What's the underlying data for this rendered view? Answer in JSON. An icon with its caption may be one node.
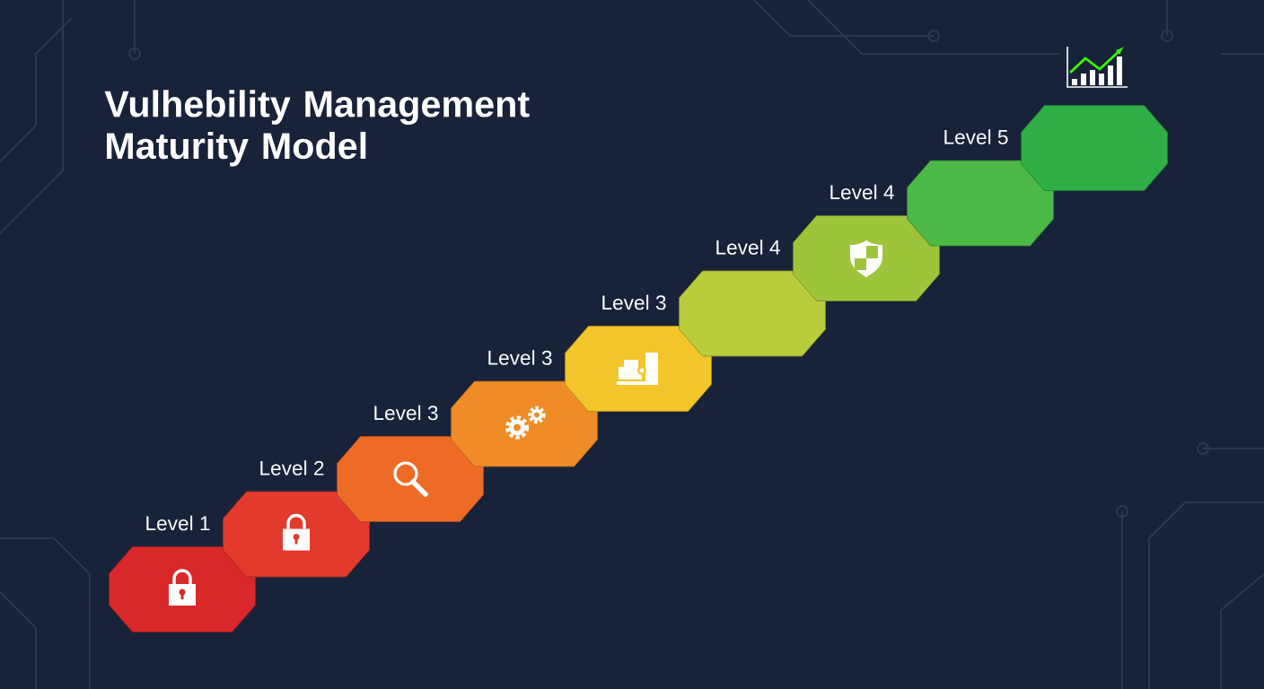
{
  "diagram": {
    "title": "Vulhebility Management Maturity Model",
    "nodes": [
      {
        "text": [],
        "shape": "octagon",
        "beside": [
          "Level 1"
        ]
      },
      {
        "text": [],
        "shape": "octagon",
        "beside": [
          "Level 2"
        ]
      },
      {
        "text": [],
        "shape": "octagon",
        "beside": [
          "Level 3"
        ]
      },
      {
        "text": [],
        "shape": "octagon",
        "beside": [
          "Level 3"
        ]
      },
      {
        "text": [],
        "shape": "octagon",
        "beside": [
          "Level 3"
        ]
      },
      {
        "text": [],
        "shape": "octagon",
        "beside": [
          "Level 4"
        ]
      },
      {
        "text": [],
        "shape": "octagon",
        "beside": [
          "Level 4"
        ]
      },
      {
        "text": [],
        "shape": "octagon",
        "beside": [
          "Level 5"
        ]
      },
      {
        "text": [],
        "shape": "octagon"
      }
    ]
  }
}
